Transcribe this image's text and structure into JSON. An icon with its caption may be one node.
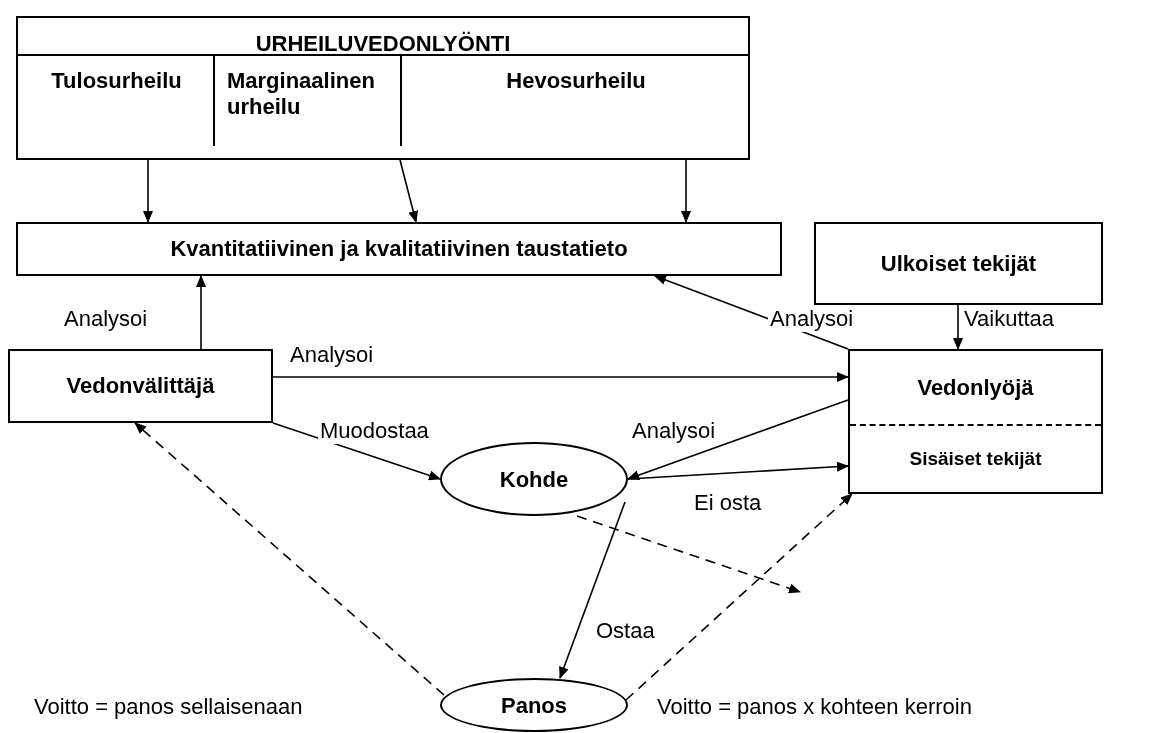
{
  "diagram": {
    "nodes": [
      {
        "text": [
          "URHEILUVEDONLYÖNTI"
        ]
      },
      {
        "text": [
          "Tulosurheilu"
        ],
        "in": 0
      },
      {
        "text": [
          "Marginaalinen urheilu"
        ],
        "in": 0
      },
      {
        "text": [
          "Hevosurheilu"
        ],
        "in": 0
      },
      {
        "text": [
          "Kvantitatiivinen ja kvalitatiivinen taustatieto"
        ]
      },
      {
        "text": [
          "Ulkoiset tekijät"
        ]
      },
      {
        "text": [
          "Vedonvälittäjä"
        ]
      },
      {
        "text": [
          "Vedonlyöjä",
          "Sisäiset tekijät"
        ]
      },
      {
        "text": [
          "Kohde"
        ]
      },
      {
        "text": [
          "Panos"
        ]
      }
    ],
    "edges": [
      {
        "from": 1,
        "to": 4,
        "arrow": "to"
      },
      {
        "from": 2,
        "to": 4,
        "arrow": "to"
      },
      {
        "from": 3,
        "to": 4,
        "arrow": "to"
      },
      {
        "from": 6,
        "to": 4,
        "arrow": "to",
        "label": "Analysoi"
      },
      {
        "from": 7,
        "to": 4,
        "arrow": "to",
        "label": "Analysoi"
      },
      {
        "from": 5,
        "to": 7,
        "arrow": "to",
        "label": "Vaikuttaa"
      },
      {
        "from": 6,
        "to": 7,
        "arrow": "to",
        "label": "Analysoi"
      },
      {
        "from": 6,
        "to": 8,
        "arrow": "to",
        "label": "Muodostaa"
      },
      {
        "from": 7,
        "to": 8,
        "arrow": "to",
        "label": "Analysoi"
      },
      {
        "from": 8,
        "to": 7,
        "arrow": "to",
        "label": "Ei osta"
      },
      {
        "from": 8,
        "to": 9,
        "arrow": "to",
        "label": "Ostaa"
      },
      {
        "from": 8,
        "to": null,
        "arrow": "to",
        "style": "dashed"
      },
      {
        "from": 9,
        "to": 6,
        "arrow": "to",
        "style": "dashed",
        "label": "Voitto = panos sellaisenaan"
      },
      {
        "from": 9,
        "to": 7,
        "arrow": "to",
        "style": "dashed",
        "label": "Voitto = panos x kohteen kerroin"
      }
    ]
  }
}
